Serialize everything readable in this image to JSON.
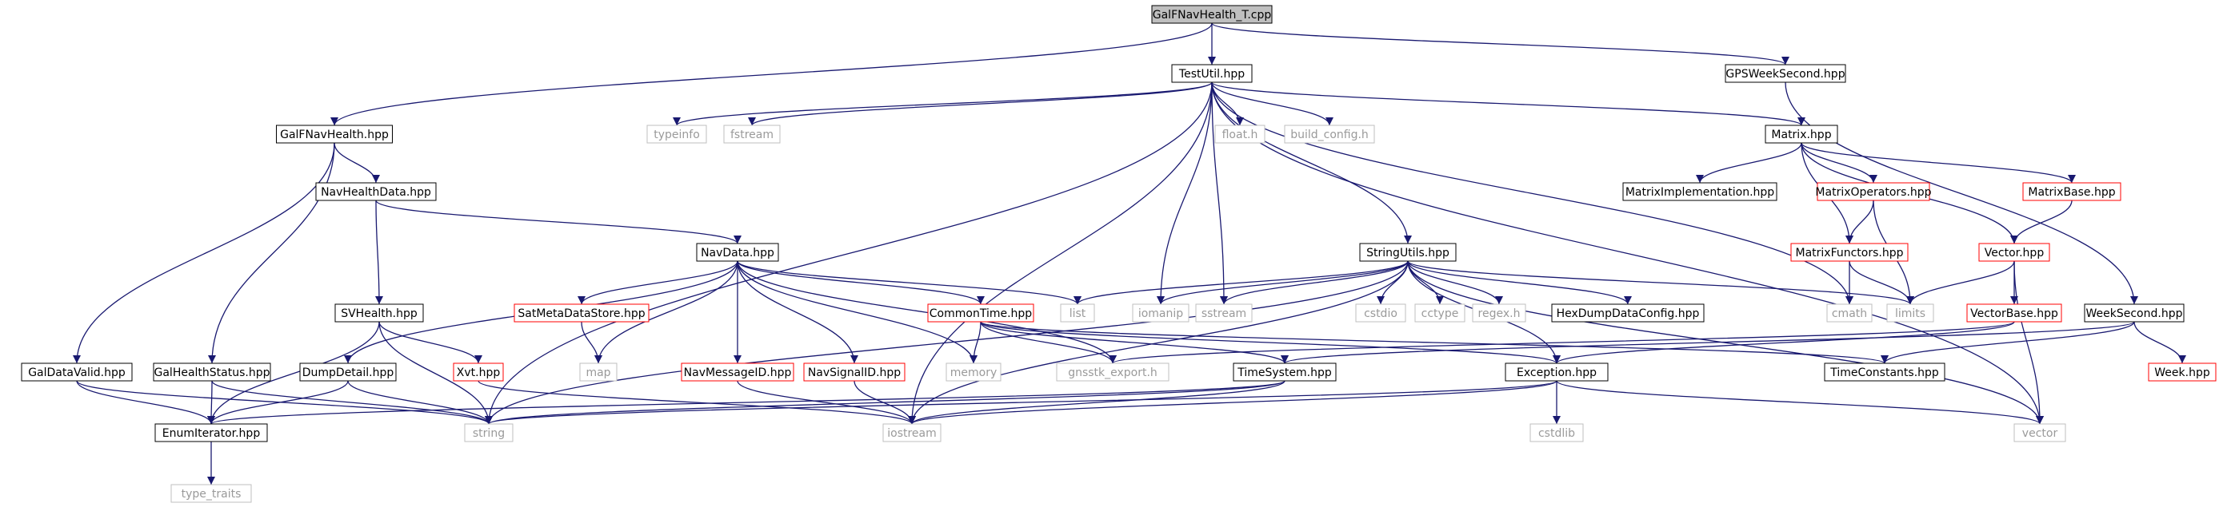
{
  "graph": {
    "colors": {
      "edge": "#191970",
      "normal": "#000000",
      "missing": "#ff0000",
      "system": "#bfbfbf",
      "root_fill": "#bfbfbf"
    },
    "nodes": [
      {
        "id": "root",
        "label": "GalFNavHealth_T.cpp",
        "kind": "root"
      },
      {
        "id": "testutil",
        "label": "TestUtil.hpp",
        "kind": "normal"
      },
      {
        "id": "gpsweek",
        "label": "GPSWeekSecond.hpp",
        "kind": "normal"
      },
      {
        "id": "galfnh",
        "label": "GalFNavHealth.hpp",
        "kind": "normal"
      },
      {
        "id": "typeinfo",
        "label": "typeinfo",
        "kind": "system"
      },
      {
        "id": "fstream",
        "label": "fstream",
        "kind": "system"
      },
      {
        "id": "floath",
        "label": "float.h",
        "kind": "system"
      },
      {
        "id": "buildcfg",
        "label": "build_config.h",
        "kind": "system"
      },
      {
        "id": "matrix",
        "label": "Matrix.hpp",
        "kind": "normal"
      },
      {
        "id": "navhd",
        "label": "NavHealthData.hpp",
        "kind": "normal"
      },
      {
        "id": "matimpl",
        "label": "MatrixImplementation.hpp",
        "kind": "normal"
      },
      {
        "id": "matops",
        "label": "MatrixOperators.hpp",
        "kind": "missing"
      },
      {
        "id": "matbase",
        "label": "MatrixBase.hpp",
        "kind": "missing"
      },
      {
        "id": "navdata",
        "label": "NavData.hpp",
        "kind": "normal"
      },
      {
        "id": "strutils",
        "label": "StringUtils.hpp",
        "kind": "normal"
      },
      {
        "id": "matfunc",
        "label": "MatrixFunctors.hpp",
        "kind": "missing"
      },
      {
        "id": "vector",
        "label": "Vector.hpp",
        "kind": "missing"
      },
      {
        "id": "svhealth",
        "label": "SVHealth.hpp",
        "kind": "normal"
      },
      {
        "id": "satmeta",
        "label": "SatMetaDataStore.hpp",
        "kind": "missing"
      },
      {
        "id": "commontime",
        "label": "CommonTime.hpp",
        "kind": "missing"
      },
      {
        "id": "list",
        "label": "list",
        "kind": "system"
      },
      {
        "id": "iomanip",
        "label": "iomanip",
        "kind": "system"
      },
      {
        "id": "sstream",
        "label": "sstream",
        "kind": "system"
      },
      {
        "id": "cstdio",
        "label": "cstdio",
        "kind": "system"
      },
      {
        "id": "cctype",
        "label": "cctype",
        "kind": "system"
      },
      {
        "id": "regexh",
        "label": "regex.h",
        "kind": "system"
      },
      {
        "id": "hexdump",
        "label": "HexDumpDataConfig.hpp",
        "kind": "normal"
      },
      {
        "id": "cmath",
        "label": "cmath",
        "kind": "system"
      },
      {
        "id": "limits",
        "label": "limits",
        "kind": "system"
      },
      {
        "id": "vectorbase",
        "label": "VectorBase.hpp",
        "kind": "missing"
      },
      {
        "id": "weeksecond",
        "label": "WeekSecond.hpp",
        "kind": "normal"
      },
      {
        "id": "galdv",
        "label": "GalDataValid.hpp",
        "kind": "normal"
      },
      {
        "id": "galhs",
        "label": "GalHealthStatus.hpp",
        "kind": "normal"
      },
      {
        "id": "dumpdetail",
        "label": "DumpDetail.hpp",
        "kind": "normal"
      },
      {
        "id": "xvt",
        "label": "Xvt.hpp",
        "kind": "missing"
      },
      {
        "id": "map",
        "label": "map",
        "kind": "system"
      },
      {
        "id": "navmsgid",
        "label": "NavMessageID.hpp",
        "kind": "missing"
      },
      {
        "id": "navsigid",
        "label": "NavSignalID.hpp",
        "kind": "missing"
      },
      {
        "id": "memory",
        "label": "memory",
        "kind": "system"
      },
      {
        "id": "gnssexp",
        "label": "gnsstk_export.h",
        "kind": "system"
      },
      {
        "id": "timesystem",
        "label": "TimeSystem.hpp",
        "kind": "normal"
      },
      {
        "id": "exception",
        "label": "Exception.hpp",
        "kind": "normal"
      },
      {
        "id": "timeconst",
        "label": "TimeConstants.hpp",
        "kind": "normal"
      },
      {
        "id": "week",
        "label": "Week.hpp",
        "kind": "missing"
      },
      {
        "id": "enumiter",
        "label": "EnumIterator.hpp",
        "kind": "normal"
      },
      {
        "id": "string",
        "label": "string",
        "kind": "system"
      },
      {
        "id": "iostream",
        "label": "iostream",
        "kind": "system"
      },
      {
        "id": "cstdlib",
        "label": "cstdlib",
        "kind": "system"
      },
      {
        "id": "stdvector",
        "label": "vector",
        "kind": "system"
      },
      {
        "id": "typetraits",
        "label": "type_traits",
        "kind": "system"
      }
    ],
    "edges": [
      [
        "root",
        "testutil"
      ],
      [
        "root",
        "gpsweek"
      ],
      [
        "root",
        "galfnh"
      ],
      [
        "testutil",
        "typeinfo"
      ],
      [
        "testutil",
        "fstream"
      ],
      [
        "testutil",
        "floath"
      ],
      [
        "testutil",
        "buildcfg"
      ],
      [
        "testutil",
        "matrix"
      ],
      [
        "testutil",
        "strutils"
      ],
      [
        "testutil",
        "iomanip"
      ],
      [
        "testutil",
        "sstream"
      ],
      [
        "testutil",
        "cmath"
      ],
      [
        "testutil",
        "iostream"
      ],
      [
        "testutil",
        "string"
      ],
      [
        "testutil",
        "stdvector"
      ],
      [
        "gpsweek",
        "weeksecond"
      ],
      [
        "galfnh",
        "navhd"
      ],
      [
        "galfnh",
        "galdv"
      ],
      [
        "galfnh",
        "galhs"
      ],
      [
        "navhd",
        "svhealth"
      ],
      [
        "navhd",
        "navdata"
      ],
      [
        "matrix",
        "matimpl"
      ],
      [
        "matrix",
        "matops"
      ],
      [
        "matrix",
        "matbase"
      ],
      [
        "matrix",
        "matfunc"
      ],
      [
        "matrix",
        "vector"
      ],
      [
        "matops",
        "matfunc"
      ],
      [
        "matops",
        "limits"
      ],
      [
        "matbase",
        "vector"
      ],
      [
        "matfunc",
        "cmath"
      ],
      [
        "matfunc",
        "limits"
      ],
      [
        "vector",
        "vectorbase"
      ],
      [
        "vector",
        "limits"
      ],
      [
        "vector",
        "stdvector"
      ],
      [
        "vectorbase",
        "exception"
      ],
      [
        "vectorbase",
        "gnssexp"
      ],
      [
        "navdata",
        "dumpdetail"
      ],
      [
        "navdata",
        "satmeta"
      ],
      [
        "navdata",
        "commontime"
      ],
      [
        "navdata",
        "list"
      ],
      [
        "navdata",
        "map"
      ],
      [
        "navdata",
        "navmsgid"
      ],
      [
        "navdata",
        "navsigid"
      ],
      [
        "navdata",
        "memory"
      ],
      [
        "navdata",
        "gnssexp"
      ],
      [
        "satmeta",
        "map"
      ],
      [
        "commontime",
        "memory"
      ],
      [
        "commontime",
        "gnssexp"
      ],
      [
        "commontime",
        "timesystem"
      ],
      [
        "commontime",
        "exception"
      ],
      [
        "commontime",
        "timeconst"
      ],
      [
        "strutils",
        "list"
      ],
      [
        "strutils",
        "iomanip"
      ],
      [
        "strutils",
        "sstream"
      ],
      [
        "strutils",
        "cstdio"
      ],
      [
        "strutils",
        "cctype"
      ],
      [
        "strutils",
        "regexh"
      ],
      [
        "strutils",
        "hexdump"
      ],
      [
        "strutils",
        "limits"
      ],
      [
        "strutils",
        "exception"
      ],
      [
        "strutils",
        "string"
      ],
      [
        "strutils",
        "iostream"
      ],
      [
        "strutils",
        "stdvector"
      ],
      [
        "svhealth",
        "xvt"
      ],
      [
        "svhealth",
        "string"
      ],
      [
        "svhealth",
        "enumiter"
      ],
      [
        "xvt",
        "iostream"
      ],
      [
        "weeksecond",
        "week"
      ],
      [
        "weeksecond",
        "timeconst"
      ],
      [
        "weeksecond",
        "timesystem"
      ],
      [
        "galdv",
        "enumiter"
      ],
      [
        "galdv",
        "string"
      ],
      [
        "galhs",
        "enumiter"
      ],
      [
        "galhs",
        "string"
      ],
      [
        "dumpdetail",
        "enumiter"
      ],
      [
        "dumpdetail",
        "string"
      ],
      [
        "navmsgid",
        "iostream"
      ],
      [
        "navsigid",
        "iostream"
      ],
      [
        "timesystem",
        "enumiter"
      ],
      [
        "timesystem",
        "string"
      ],
      [
        "timesystem",
        "iostream"
      ],
      [
        "exception",
        "cstdlib"
      ],
      [
        "exception",
        "iostream"
      ],
      [
        "exception",
        "stdvector"
      ],
      [
        "exception",
        "string"
      ],
      [
        "enumiter",
        "typetraits"
      ]
    ]
  }
}
